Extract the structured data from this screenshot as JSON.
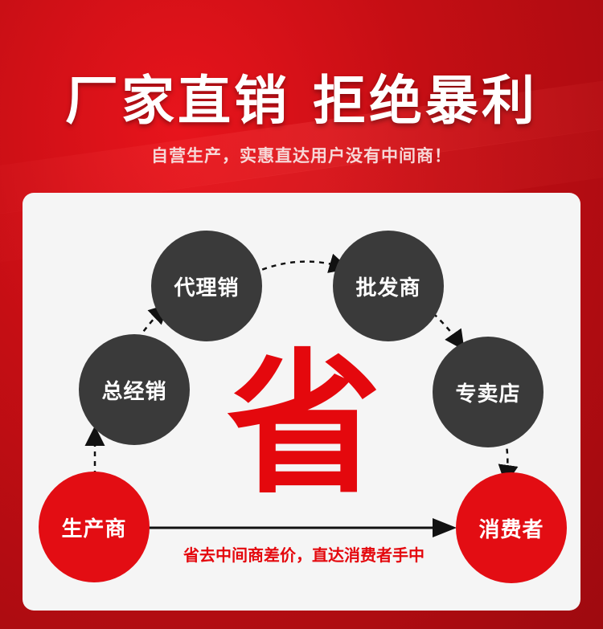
{
  "header": {
    "title_left": "厂家直销",
    "title_right": "拒绝暴利",
    "subtitle": "自营生产，实惠直达用户没有中间商！"
  },
  "diagram": {
    "center_char": "省",
    "bottom_note": "省去中间商差价，直达消费者手中",
    "nodes": {
      "producer": "生产商",
      "general_distributor": "总经销",
      "agent": "代理销",
      "wholesaler": "批发商",
      "store": "专卖店",
      "consumer": "消费者"
    },
    "colors": {
      "accent_red": "#e30d13",
      "dark_node": "#3a3a3a",
      "panel": "#f5f5f5"
    }
  }
}
